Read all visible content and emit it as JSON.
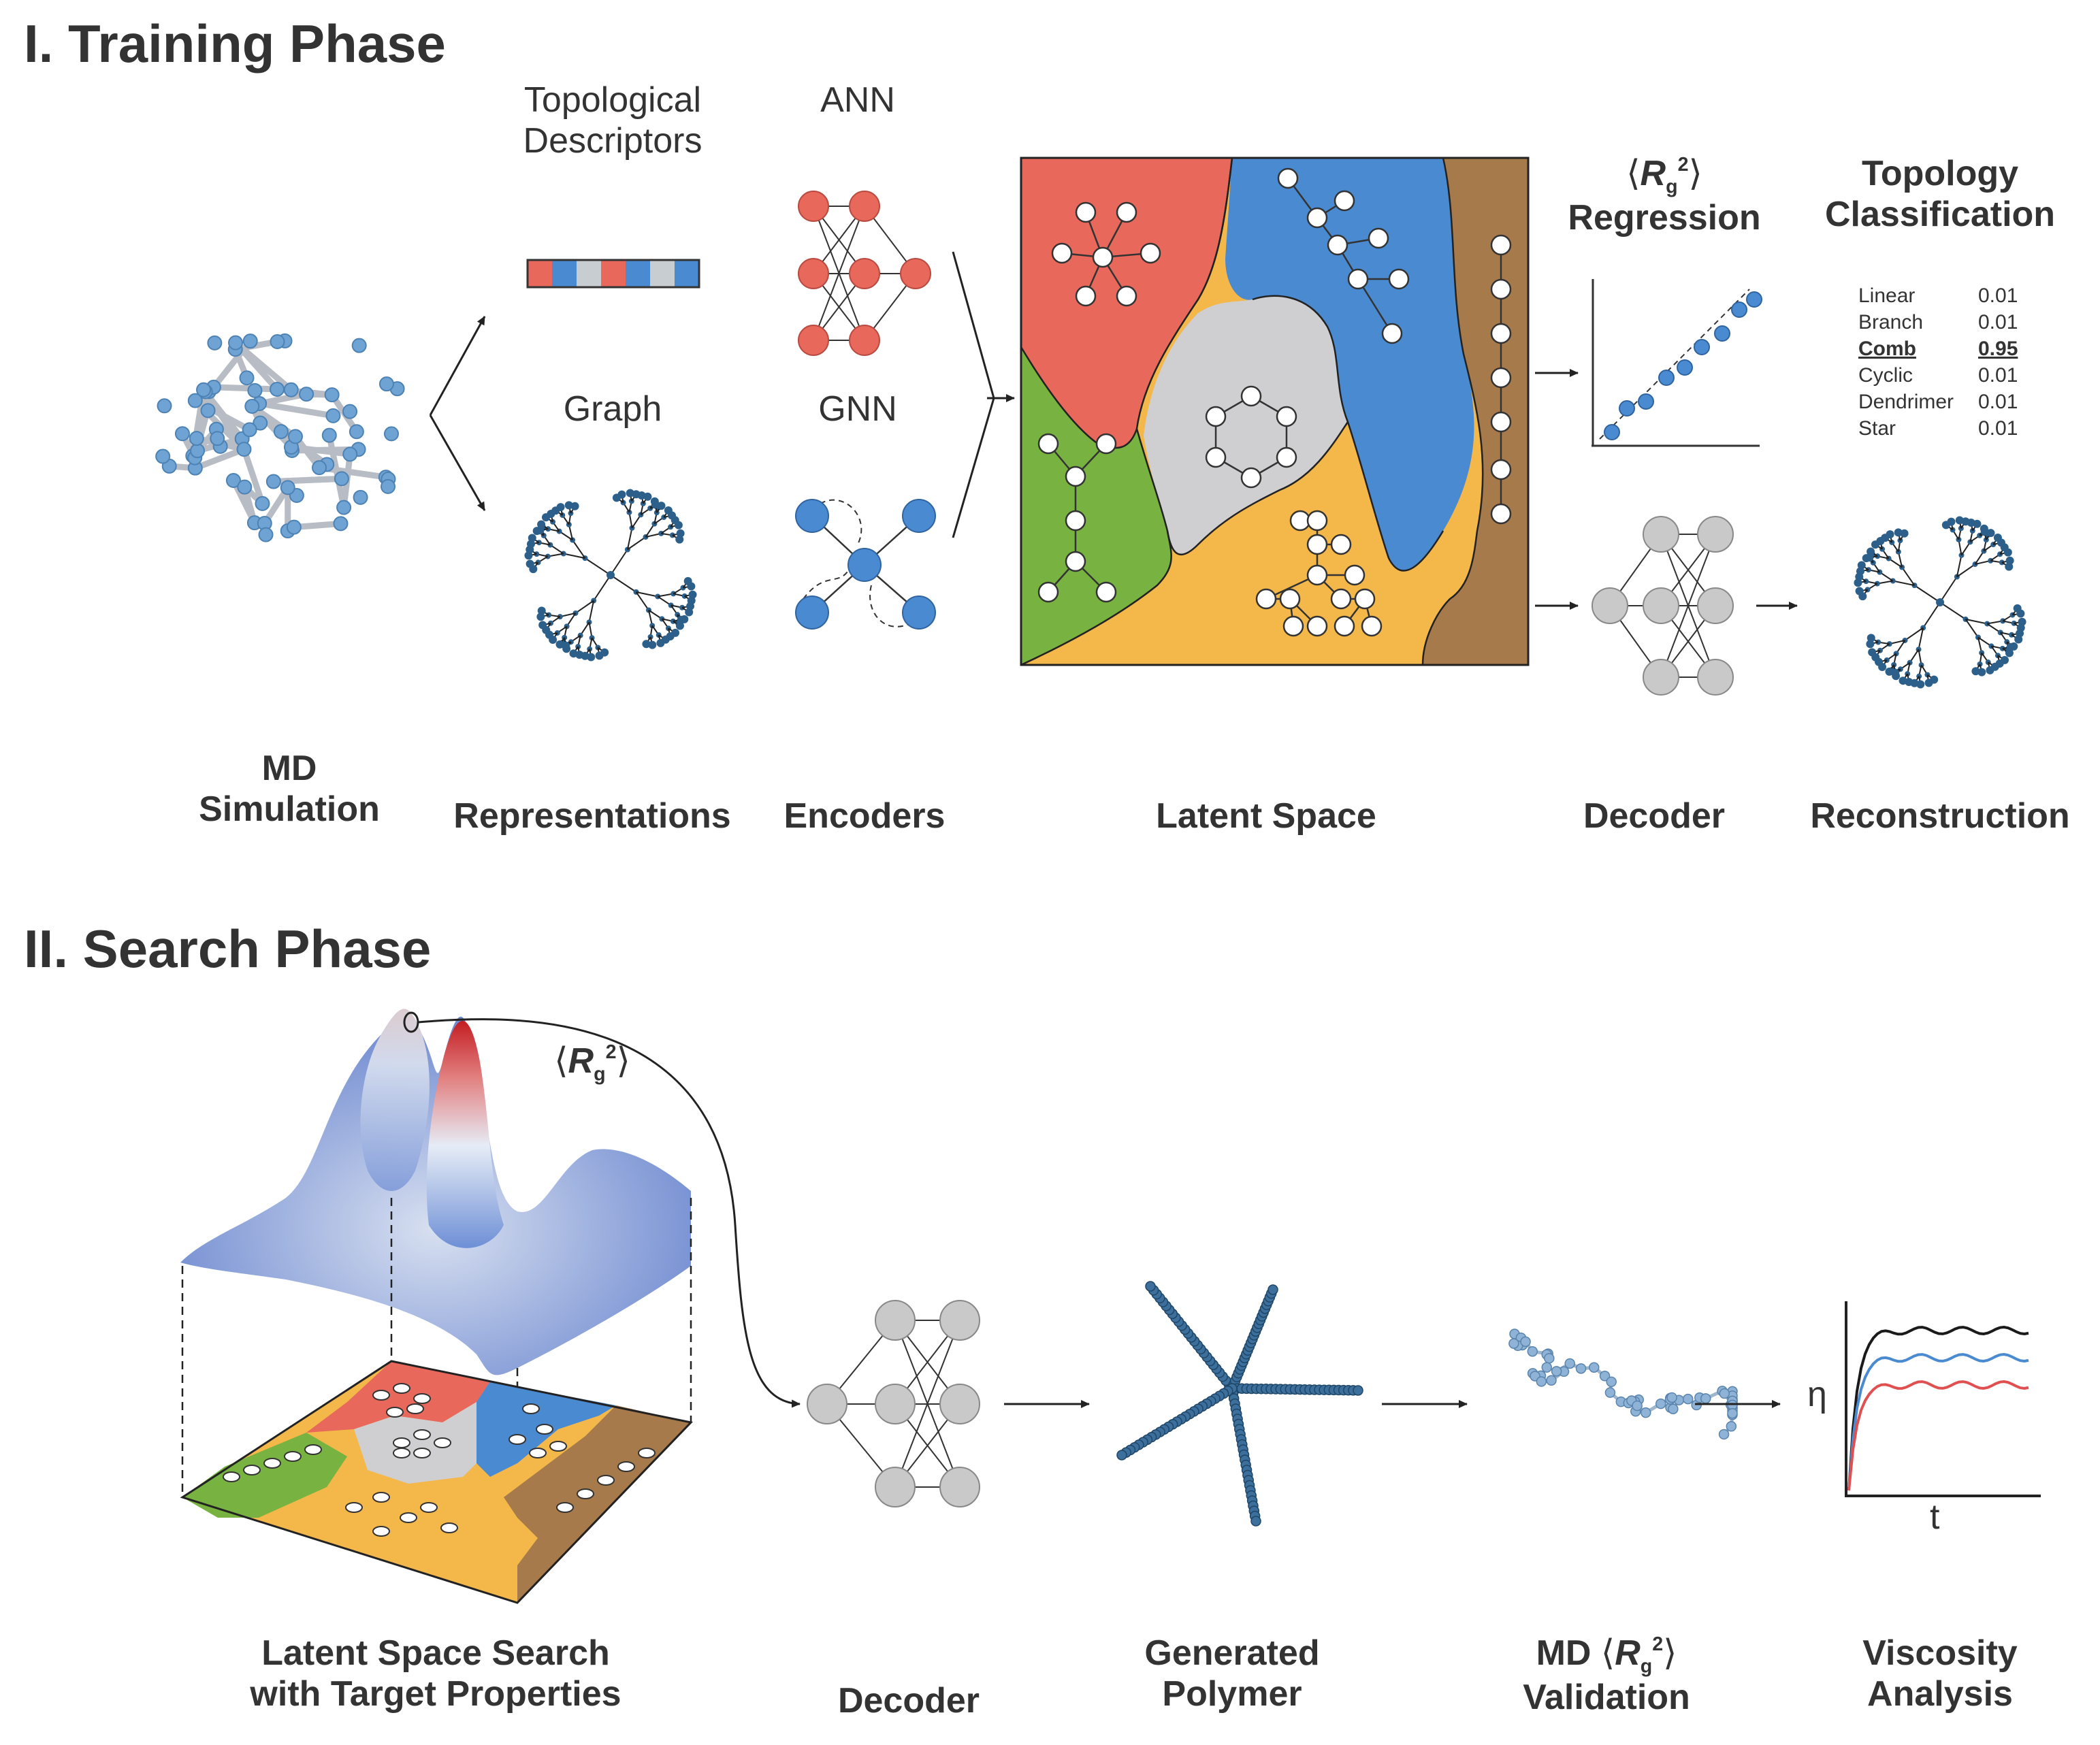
{
  "training": {
    "title": "I. Training Phase",
    "top_labels": {
      "topological_descriptors": "Topological Descriptors",
      "topological_descriptors_line1": "Topological",
      "topological_descriptors_line2": "Descriptors",
      "ann": "ANN",
      "graph": "Graph",
      "gnn": "GNN",
      "regression_symbol": "R",
      "regression_symbol_sub": "g",
      "regression_symbol_sup": "2",
      "regression": "Regression",
      "topology_line1": "Topology",
      "topology_line2": "Classification"
    },
    "stage_labels": {
      "md_line1": "MD",
      "md_line2": "Simulation",
      "representations": "Representations",
      "encoders": "Encoders",
      "latent_space": "Latent Space",
      "decoder": "Decoder",
      "reconstruction": "Reconstruction"
    },
    "classification": [
      {
        "label": "Linear",
        "value": "0.01"
      },
      {
        "label": "Branch",
        "value": "0.01"
      },
      {
        "label": "Comb",
        "value": "0.95",
        "highlight": true
      },
      {
        "label": "Cyclic",
        "value": "0.01"
      },
      {
        "label": "Dendrimer",
        "value": "0.01"
      },
      {
        "label": "Star",
        "value": "0.01"
      }
    ]
  },
  "search": {
    "title": "II. Search Phase",
    "surface_symbol": "R",
    "surface_symbol_sub": "g",
    "surface_symbol_sup": "2",
    "stage_labels": {
      "latent_line1": "Latent Space Search",
      "latent_line2": "with Target Properties",
      "decoder": "Decoder",
      "generated_line1": "Generated",
      "generated_line2": "Polymer",
      "md_prefix": "MD",
      "md_line2": "Validation",
      "viscosity_line1": "Viscosity",
      "viscosity_line2": "Analysis"
    },
    "axis": {
      "y": "η",
      "x": "t"
    }
  },
  "colors": {
    "red": "#e8685c",
    "blue": "#4a8ad0",
    "green": "#78b240",
    "gray": "#cfcfd1",
    "yellow": "#f3b74a",
    "brown": "#a67a4b",
    "node_gray": "#c9c9c9",
    "dendrimer": "#2c5f8a"
  }
}
